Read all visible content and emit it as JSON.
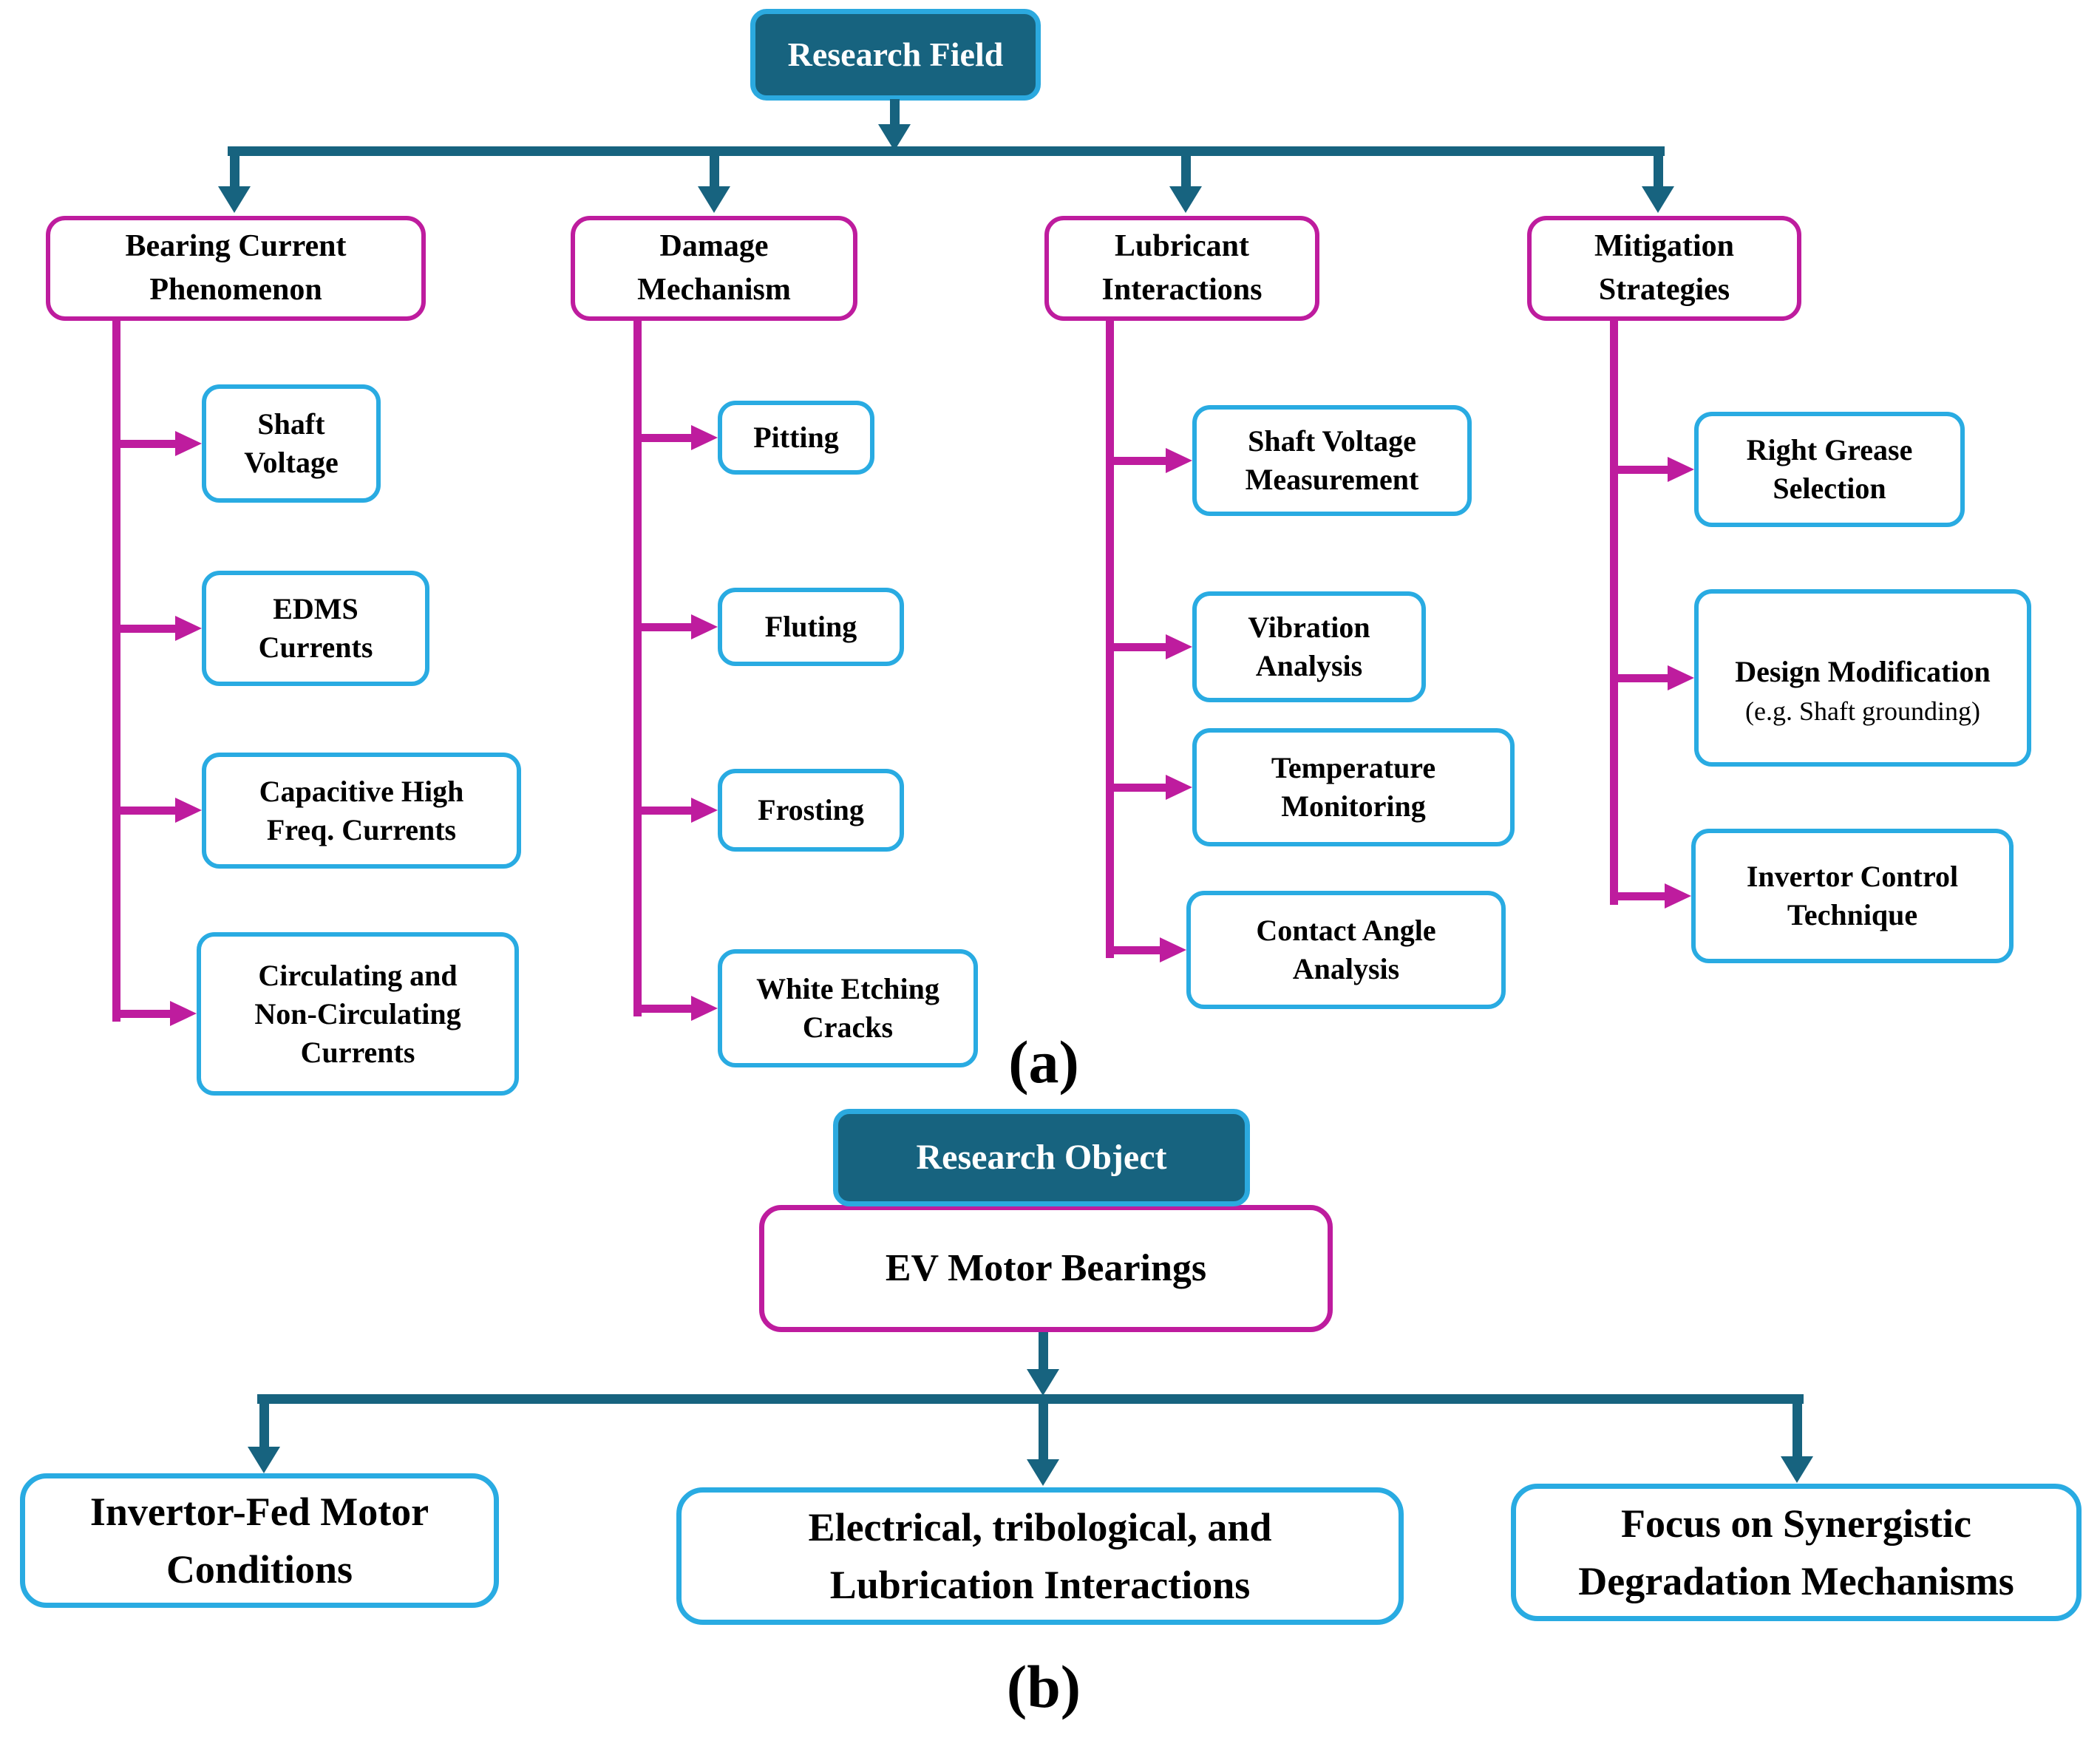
{
  "figure": {
    "caption_a": "(a)",
    "caption_b": "(b)"
  },
  "diagram_a": {
    "root": "Research Field",
    "columns": [
      {
        "header": "Bearing Current\nPhenomenon",
        "children": [
          "Shaft\nVoltage",
          "EDMS\nCurrents",
          "Capacitive High\nFreq. Currents",
          "Circulating and\nNon-Circulating\nCurrents"
        ]
      },
      {
        "header": "Damage\nMechanism",
        "children": [
          "Pitting",
          "Fluting",
          "Frosting",
          "White Etching\nCracks"
        ]
      },
      {
        "header": "Lubricant\nInteractions",
        "children": [
          "Shaft Voltage\nMeasurement",
          "Vibration\nAnalysis",
          "Temperature\nMonitoring",
          "Contact Angle\nAnalysis"
        ]
      },
      {
        "header": "Mitigation\nStrategies",
        "children": [
          "Right Grease\nSelection",
          "Design Modification",
          "Invertor Control\nTechnique"
        ],
        "design_mod_note": " (e.g. Shaft grounding)"
      }
    ]
  },
  "diagram_b": {
    "root": "Research Object",
    "object": "EV Motor Bearings",
    "children": [
      "Invertor-Fed Motor\nConditions",
      "Electrical, tribological, and\nLubrication Interactions",
      "Focus on Synergistic\nDegradation Mechanisms"
    ]
  },
  "colors": {
    "teal": "#17637F",
    "light_blue": "#2BA9DF",
    "magenta": "#BE1C9E",
    "cyan": "#29ABE2",
    "text": "#000000",
    "background": "#FFFFFF"
  }
}
